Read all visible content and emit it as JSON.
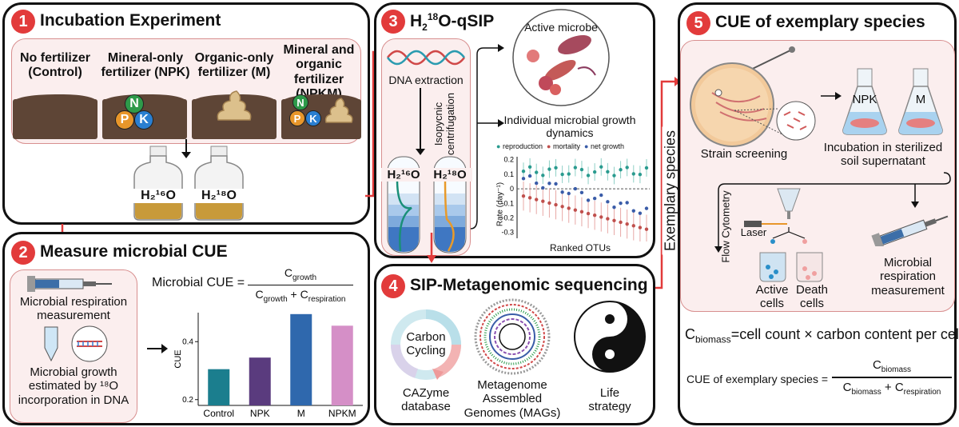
{
  "p1": {
    "num": "1",
    "title": "Incubation Experiment",
    "t1a": "No fertilizer",
    "t1b": "(Control)",
    "t2a": "Mineral-only",
    "t2b": "fertilizer (NPK)",
    "t3a": "Organic-only",
    "t3b": "fertilizer (M)",
    "t4a": "Mineral and",
    "t4b": "organic fertilizer",
    "t4c": "(NPKM)",
    "n": "N",
    "p": "P",
    "k": "K",
    "bottle1": "H₂¹⁶O",
    "bottle2": "H₂¹⁸O"
  },
  "p2": {
    "num": "2",
    "title": "Measure microbial CUE",
    "resp1": "Microbial respiration",
    "resp2": "measurement",
    "g1": "Microbial growth",
    "g2": "estimated by ¹⁸O",
    "g3": "incorporation in DNA",
    "formula_lhs": "Microbial CUE =",
    "num_text": "C",
    "num_sub": "growth",
    "den_a": "C",
    "den_a_sub": "growth",
    "den_plus": " + C",
    "den_b_sub": "respiration"
  },
  "chart_data": {
    "type": "bar",
    "categories": [
      "Control",
      "NPK",
      "M",
      "NPKM"
    ],
    "values": [
      0.305,
      0.345,
      0.495,
      0.455
    ],
    "ylabel": "CUE",
    "yticks": [
      "0.2",
      "0.4"
    ],
    "ylim": [
      0.18,
      0.5
    ],
    "colors": [
      "#1b7e8e",
      "#5a3b7e",
      "#2f68ad",
      "#d58fc7"
    ]
  },
  "p3": {
    "num": "3",
    "title_a": "H",
    "title_sub": "2",
    "title_sup": "18",
    "title_b": "O-qSIP",
    "dna": "DNA extraction",
    "iso1": "Isopycnic",
    "iso2": "centrifugation",
    "tube1": "H₂¹⁶O",
    "tube2": "H₂¹⁸O",
    "active": "Active microbe",
    "growth1": "Individual microbial growth",
    "growth2": "dynamics",
    "leg1": "reproduction",
    "leg2": "mortality",
    "leg3": "net growth",
    "ylab": "Rate (day⁻¹)",
    "xlab": "Ranked OTUs",
    "ticks": [
      "0.2",
      "0.1",
      "0",
      "-0.1",
      "-0.2",
      "-0.3"
    ]
  },
  "p4": {
    "num": "4",
    "title": "SIP-Metagenomic sequencing",
    "cyc1": "Carbon",
    "cyc2": "Cycling",
    "caz1": "CAZyme",
    "caz2": "database",
    "mag1": "Metagenome",
    "mag2": "Assembled",
    "mag3": "Genomes (MAGs)",
    "life1": "Life",
    "life2": "strategy"
  },
  "p5": {
    "num": "5",
    "title": "CUE of exemplary species",
    "npk": "NPK",
    "m": "M",
    "strain": "Strain screening",
    "inc1": "Incubation in sterilized",
    "inc2": "soil supernatant",
    "flow": "Flow Cytometry",
    "laser": "Laser",
    "act1": "Active",
    "act2": "cells",
    "dead1": "Death",
    "dead2": "cells",
    "mr1": "Microbial",
    "mr2": "respiration",
    "mr3": "measurement",
    "cb": "C",
    "cb_sub": "biomass",
    "cb_rest": "=cell count × carbon content per cell",
    "cue_lhs": "CUE of exemplary species =",
    "f_num": "C",
    "f_num_sub": "biomass",
    "f_den_a": "C",
    "f_den_a_sub": "biomass",
    "f_den_plus": " + C",
    "f_den_b_sub": "respiration"
  },
  "exemplary": "Exemplary species"
}
